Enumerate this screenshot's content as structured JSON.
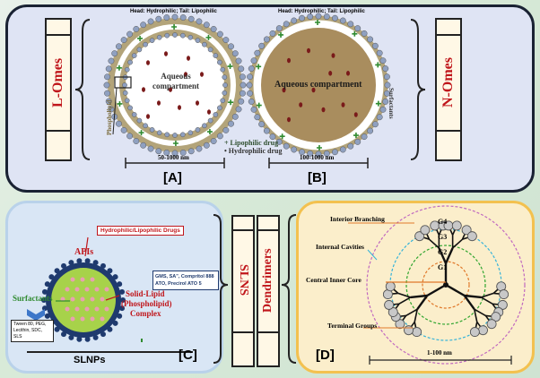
{
  "top": {
    "head_label_left": "Head: Hydrophilic; Tail: Lipophilic",
    "head_label_right": "Head: Hydrophilic; Tail: Lipophilic",
    "aqueous_left": "Aqueous compartment",
    "aqueous_right": "Aqueous compartment",
    "phospholipid": "Phospholipid",
    "surfactants": "Surfactants",
    "lipophilic_drug": "+ Lipophilic drug",
    "hydrophilic_drug": "• Hydrophilic drug",
    "size_left": "50-1000 nm",
    "size_right": "100-1000 nm",
    "tag_left": "[A]",
    "tag_right": "[B]",
    "side_left": "L-Omes",
    "side_right": "N-Omes"
  },
  "mid": {
    "slns": "SLNS",
    "dendrimers": "Dendrimers"
  },
  "c": {
    "drugs_box": "Hydrophilic/Lipophilic Drugs",
    "apis": "APIs",
    "excipients_box": "GMS, SA\", Compritol 888 ATO, Precirol ATO 5",
    "complex_line1": "Solid-Lipid",
    "complex_line2": "(Phospholipid)",
    "complex_line3": "Complex",
    "surfactants": "Surfactants",
    "surf_box": "Tween 80, PEG, Lecithin, SDC, SLS",
    "slnps": "SLNPs",
    "tag": "[C]"
  },
  "d": {
    "interior": "Interior Branching",
    "cavities": "Internal Cavities",
    "core": "Central Inner Core",
    "terminal": "Terminal Groups",
    "g4": "G4",
    "g3": "G3",
    "g2": "G2",
    "g1": "G1",
    "size": "1-100 nm",
    "tag": "[D]"
  },
  "colors": {
    "panel_border": "#1a2233",
    "panel_fill_top": "#dfe4f4",
    "panel_fill_c": "#d9e6f5",
    "panel_fill_d": "#fbeecb",
    "bilayer_head": "#b3a47a",
    "core_brown": "#a98d5e",
    "label_red": "#c0161b",
    "drug_green": "#2f8a2f",
    "drug_dark": "#7a1a1a"
  }
}
